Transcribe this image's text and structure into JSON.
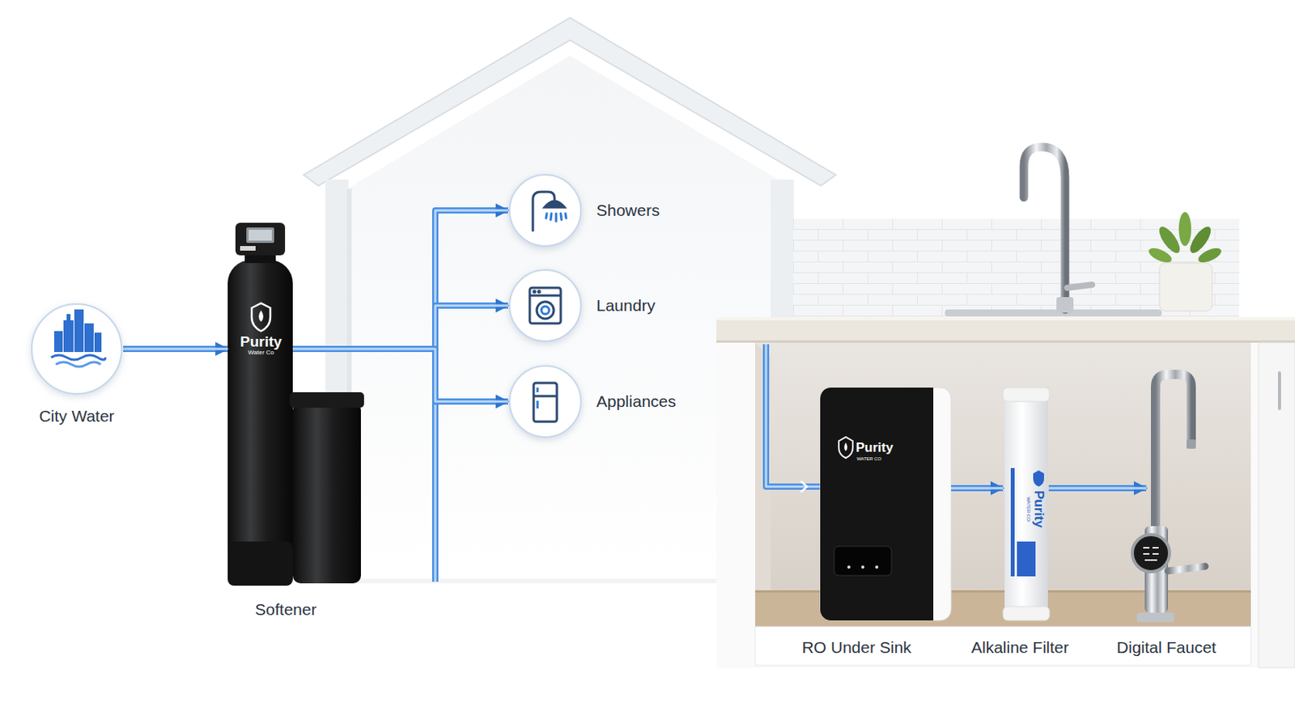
{
  "diagram": {
    "nodes": [
      {
        "text": [
          "City Water"
        ]
      },
      {
        "text": [
          "Softener"
        ]
      },
      {
        "text": [
          "Showers"
        ]
      },
      {
        "text": [
          "Laundry"
        ]
      },
      {
        "text": [
          "Appliances"
        ]
      },
      {
        "text": [
          "RO Under Sink"
        ]
      },
      {
        "text": [
          "Alkaline Filter"
        ]
      },
      {
        "text": [
          "Digital Faucet"
        ]
      }
    ],
    "edges": [
      {
        "from": 0,
        "to": 1,
        "arrow": "to"
      },
      {
        "from": 1,
        "to": 2,
        "arrow": "to"
      },
      {
        "from": 1,
        "to": 3,
        "arrow": "to"
      },
      {
        "from": 1,
        "to": 4,
        "arrow": "to"
      },
      {
        "from": 5,
        "to": 6,
        "arrow": "to"
      },
      {
        "from": 6,
        "to": 7,
        "arrow": "to"
      }
    ],
    "labels": [
      "Purity",
      "Water Co",
      "Purity",
      "WATER CO",
      "Purity",
      "WATER CO"
    ]
  }
}
